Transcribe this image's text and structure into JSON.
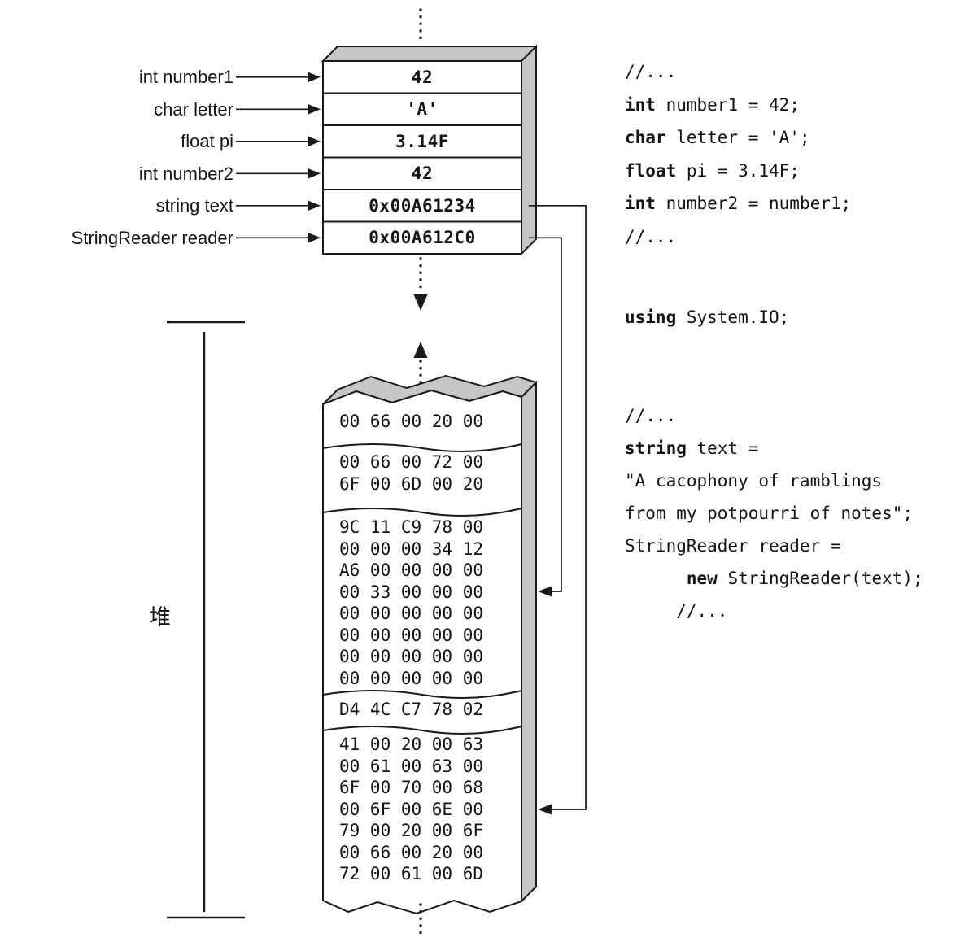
{
  "stack": {
    "rows": [
      {
        "label": "int number1",
        "value": "42"
      },
      {
        "label": "char letter",
        "value": "'A'"
      },
      {
        "label": "float pi",
        "value": "3.14F"
      },
      {
        "label": "int number2",
        "value": "42"
      },
      {
        "label": "string text",
        "value": "0x00A61234"
      },
      {
        "label": "StringReader reader",
        "value": "0x00A612C0"
      }
    ]
  },
  "heap": {
    "label": "堆",
    "blocks": [
      {
        "rows": [
          "00 66 00 20 00"
        ]
      },
      {
        "rows": [
          "00 66 00 72 00",
          "6F 00 6D 00 20"
        ]
      },
      {
        "rows": [
          "9C 11 C9 78 00",
          "00 00 00 34 12",
          "A6 00 00 00 00",
          "00 33 00 00 00",
          "00 00 00 00 00",
          "00 00 00 00 00",
          "00 00 00 00 00",
          "00 00 00 00 00"
        ]
      },
      {
        "rows": [
          "D4 4C C7 78 02"
        ]
      },
      {
        "rows": [
          "41 00 20 00 63",
          "00 61 00 63 00",
          "6F 00 70 00 68",
          "00 6F 00 6E 00",
          "79 00 20 00 6F",
          "00 66 00 20 00",
          "72 00 61 00 6D"
        ]
      }
    ]
  },
  "code": {
    "blocks": [
      {
        "lines": [
          [
            {
              "t": "//...",
              "b": false
            }
          ],
          [
            {
              "t": "int",
              "b": true
            },
            {
              "t": " number1 = 42;",
              "b": false
            }
          ],
          [
            {
              "t": "char",
              "b": true
            },
            {
              "t": " letter = 'A';",
              "b": false
            }
          ],
          [
            {
              "t": "float",
              "b": true
            },
            {
              "t": " pi = 3.14F;",
              "b": false
            }
          ],
          [
            {
              "t": "int",
              "b": true
            },
            {
              "t": " number2 = number1;",
              "b": false
            }
          ],
          [
            {
              "t": "//...",
              "b": false
            }
          ]
        ]
      },
      {
        "lines": [
          [
            {
              "t": "using",
              "b": true
            },
            {
              "t": " System.IO;",
              "b": false
            }
          ]
        ]
      },
      {
        "lines": [
          [
            {
              "t": "//...",
              "b": false
            }
          ],
          [
            {
              "t": "string",
              "b": true
            },
            {
              "t": " text =",
              "b": false
            }
          ],
          [
            {
              "t": "\"A cacophony of ramblings",
              "b": false
            }
          ],
          [
            {
              "t": "from my potpourri of notes\";",
              "b": false
            }
          ],
          [
            {
              "t": "StringReader reader =",
              "b": false
            }
          ],
          [
            {
              "t": "      ",
              "b": false
            },
            {
              "t": "new",
              "b": true
            },
            {
              "t": " StringReader(text);",
              "b": false
            }
          ],
          [
            {
              "t": "     //...",
              "b": false
            }
          ]
        ]
      }
    ]
  },
  "colors": {
    "shade": "#c6c6c6",
    "line": "#1a1a1a"
  }
}
